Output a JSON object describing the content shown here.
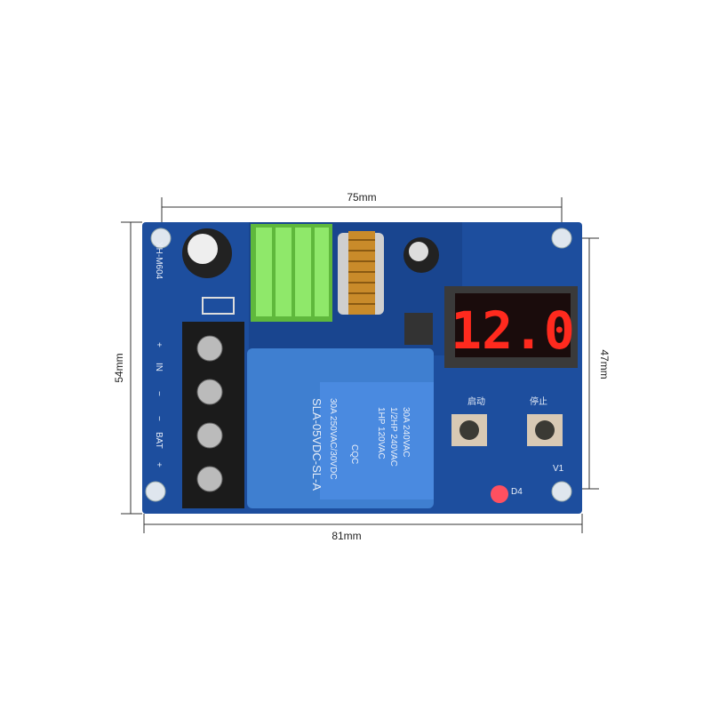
{
  "dimensions": {
    "top_width": "75mm",
    "bottom_width": "81mm",
    "left_height": "54mm",
    "right_height": "47mm"
  },
  "board": {
    "model": "XH-M604",
    "terminal_labels": [
      "+",
      "IN",
      "−",
      "−",
      "BAT",
      "+"
    ],
    "display_value": "12.0",
    "start_button_label": "启动",
    "stop_button_label": "停止",
    "relay_text": [
      "SLA-05VDC-SL-A",
      "30A 250VAC/30VDC",
      "1HP 120VAC",
      "1/2HP 240VAC",
      "30A 240VAC"
    ],
    "relay_logo": "CQC",
    "led_label": "D4",
    "mount_label": "V1",
    "colors": {
      "pcb": "#1d4e9e",
      "relay": "#3f7fd0",
      "heatsink": "#6fcf4a",
      "display": "#ff2a1e"
    }
  }
}
